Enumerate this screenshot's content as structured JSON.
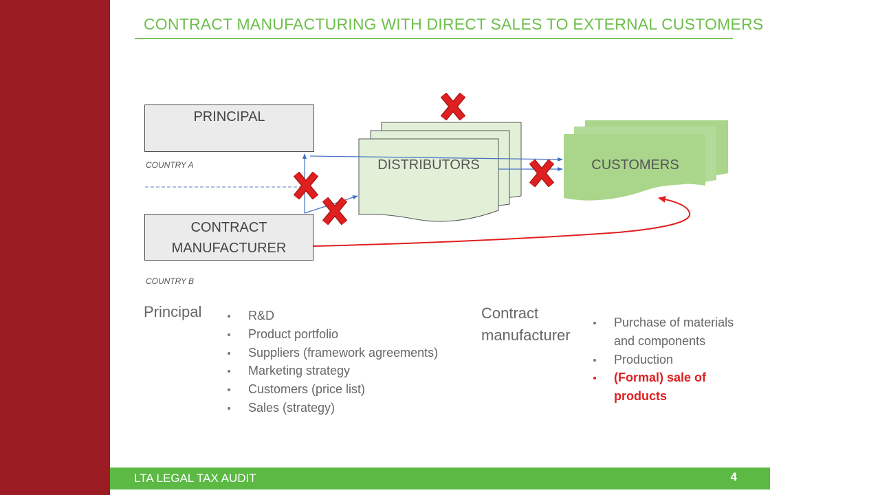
{
  "slide": {
    "title": "CONTRACT MANUFACTURING WITH DIRECT SALES TO EXTERNAL CUSTOMERS"
  },
  "diagram": {
    "principal_label": "PRINCIPAL",
    "contract_manufacturer_line1": "CONTRACT",
    "contract_manufacturer_line2": "MANUFACTURER",
    "country_a": "COUNTRY A",
    "country_b": "COUNTRY B",
    "distributors_label": "DISTRIBUTORS",
    "customers_label": "CUSTOMERS",
    "colors": {
      "title_green": "#6cbf4a",
      "distributors_fill": "#e3f0d8",
      "customers_fill": "#a9d68b",
      "flow_blue": "#4472c4",
      "sale_red": "#e02020",
      "cross_red": "#e02020"
    }
  },
  "principal": {
    "heading": "Principal",
    "functions": [
      "R&D",
      "Product portfolio",
      "Suppliers (framework agreements)",
      "Marketing strategy",
      "Customers (price list)",
      "Sales (strategy)"
    ]
  },
  "contract_manufacturer": {
    "heading_line1": "Contract",
    "heading_line2": "manufacturer",
    "functions": [
      "Purchase of materials and components",
      "Production"
    ],
    "highlight": "(Formal) sale of products"
  },
  "footer": {
    "company": "LTA LEGAL TAX AUDIT",
    "page_number": "4"
  }
}
